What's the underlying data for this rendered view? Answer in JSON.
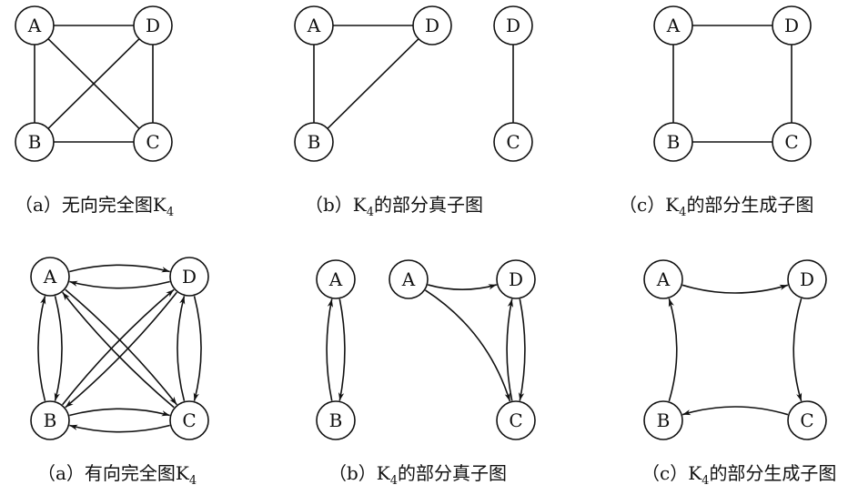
{
  "undirected_row": [
    {
      "id": "a",
      "caption": {
        "prefix": "（a）无向完全图K",
        "sub": "4",
        "suffix": ""
      },
      "nodes": [
        {
          "id": "A",
          "label": "A"
        },
        {
          "id": "D",
          "label": "D"
        },
        {
          "id": "B",
          "label": "B"
        },
        {
          "id": "C",
          "label": "C"
        }
      ],
      "edges": [
        [
          "A",
          "D"
        ],
        [
          "A",
          "B"
        ],
        [
          "A",
          "C"
        ],
        [
          "D",
          "B"
        ],
        [
          "D",
          "C"
        ],
        [
          "B",
          "C"
        ]
      ]
    },
    {
      "id": "b",
      "caption": {
        "prefix": "（b）K",
        "sub": "4",
        "suffix": "的部分真子图"
      },
      "nodes": [
        {
          "id": "A",
          "label": "A"
        },
        {
          "id": "D1",
          "label": "D"
        },
        {
          "id": "B",
          "label": "B"
        },
        {
          "id": "D2",
          "label": "D"
        },
        {
          "id": "C",
          "label": "C"
        }
      ],
      "edges": [
        [
          "A",
          "D1"
        ],
        [
          "A",
          "B"
        ],
        [
          "B",
          "D1"
        ],
        [
          "D2",
          "C"
        ]
      ]
    },
    {
      "id": "c",
      "caption": {
        "prefix": "（c）K",
        "sub": "4",
        "suffix": "的部分生成子图"
      },
      "nodes": [
        {
          "id": "A",
          "label": "A"
        },
        {
          "id": "D",
          "label": "D"
        },
        {
          "id": "B",
          "label": "B"
        },
        {
          "id": "C",
          "label": "C"
        }
      ],
      "edges": [
        [
          "A",
          "D"
        ],
        [
          "A",
          "B"
        ],
        [
          "D",
          "C"
        ],
        [
          "B",
          "C"
        ]
      ]
    }
  ],
  "directed_row": [
    {
      "id": "a",
      "caption": {
        "prefix": "（a）有向完全图K",
        "sub": "4",
        "suffix": ""
      },
      "nodes": [
        {
          "id": "A",
          "label": "A"
        },
        {
          "id": "D",
          "label": "D"
        },
        {
          "id": "B",
          "label": "B"
        },
        {
          "id": "C",
          "label": "C"
        }
      ],
      "arcs": [
        [
          "A",
          "D"
        ],
        [
          "D",
          "A"
        ],
        [
          "A",
          "B"
        ],
        [
          "B",
          "A"
        ],
        [
          "D",
          "C"
        ],
        [
          "C",
          "D"
        ],
        [
          "B",
          "C"
        ],
        [
          "C",
          "B"
        ],
        [
          "A",
          "C"
        ],
        [
          "C",
          "A"
        ],
        [
          "B",
          "D"
        ],
        [
          "D",
          "B"
        ]
      ]
    },
    {
      "id": "b",
      "caption": {
        "prefix": "（b）K",
        "sub": "4",
        "suffix": "的部分真子图"
      },
      "nodes": [
        {
          "id": "A1",
          "label": "A"
        },
        {
          "id": "B",
          "label": "B"
        },
        {
          "id": "A2",
          "label": "A"
        },
        {
          "id": "D",
          "label": "D"
        },
        {
          "id": "C",
          "label": "C"
        }
      ],
      "arcs": [
        [
          "A1",
          "B"
        ],
        [
          "B",
          "A1"
        ],
        [
          "A2",
          "D"
        ],
        [
          "A2",
          "C"
        ],
        [
          "D",
          "C"
        ],
        [
          "C",
          "D"
        ]
      ]
    },
    {
      "id": "c",
      "caption": {
        "prefix": "（c）K",
        "sub": "4",
        "suffix": "的部分生成子图"
      },
      "nodes": [
        {
          "id": "A",
          "label": "A"
        },
        {
          "id": "D",
          "label": "D"
        },
        {
          "id": "B",
          "label": "B"
        },
        {
          "id": "C",
          "label": "C"
        }
      ],
      "arcs": [
        [
          "A",
          "D"
        ],
        [
          "D",
          "C"
        ],
        [
          "C",
          "B"
        ],
        [
          "B",
          "A"
        ]
      ]
    }
  ],
  "colors": {
    "stroke": "#111111",
    "background": "#ffffff"
  }
}
